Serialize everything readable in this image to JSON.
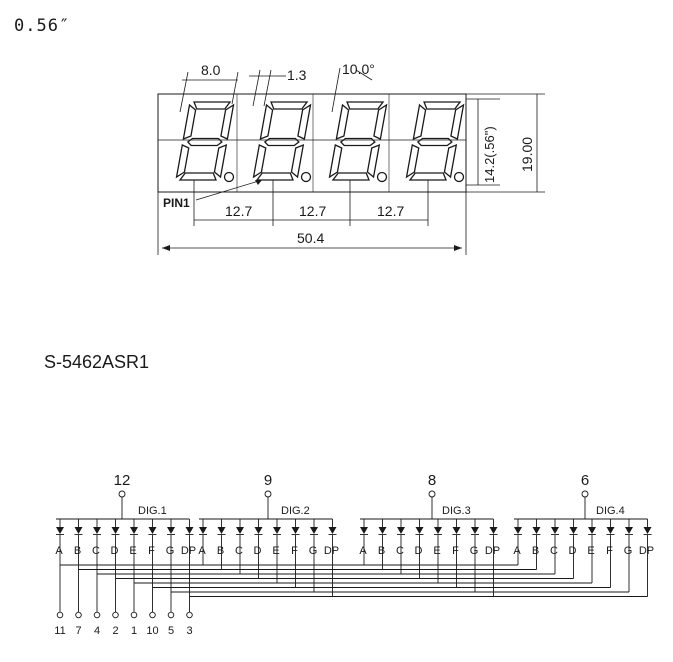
{
  "size_label": "0.56″",
  "model_label": "S-5462ASR1",
  "dimensions": {
    "segment_width": "8.0",
    "segment_stroke": "1.3",
    "slant": "10.0°",
    "digit_height": "14.2(.56\")",
    "body_height": "19.00",
    "digit_pitch": [
      "12.7",
      "12.7",
      "12.7"
    ],
    "body_width": "50.4",
    "pin1": "PIN1"
  },
  "schematic": {
    "digits": [
      {
        "name": "DIG.1",
        "pin": "12"
      },
      {
        "name": "DIG.2",
        "pin": "9"
      },
      {
        "name": "DIG.3",
        "pin": "8"
      },
      {
        "name": "DIG.4",
        "pin": "6"
      }
    ],
    "segments": [
      "A",
      "B",
      "C",
      "D",
      "E",
      "F",
      "G",
      "DP"
    ],
    "segment_pins": [
      "11",
      "7",
      "4",
      "2",
      "1",
      "10",
      "5",
      "3"
    ]
  },
  "colors": {
    "ink": "#1a1a1a",
    "paper": "#ffffff"
  }
}
